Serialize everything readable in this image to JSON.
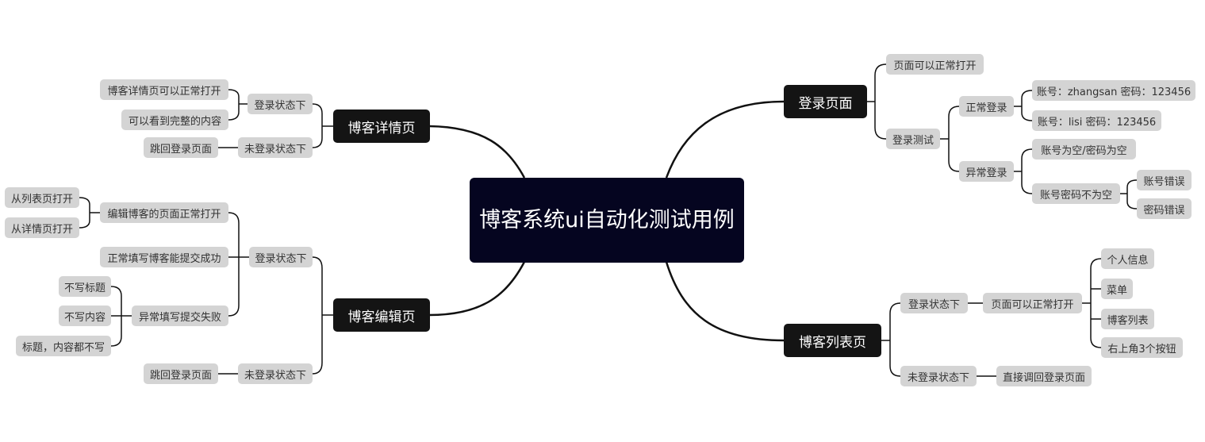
{
  "root": {
    "label": "博客系统ui自动化测试用例"
  },
  "branches": {
    "login": {
      "label": "登录页面",
      "page_open": "页面可以正常打开",
      "login_test": "登录测试",
      "normal_login": "正常登录",
      "account_1": "账号：zhangsan 密码：123456",
      "account_2": "账号：lisi 密码：123456",
      "abnormal_login": "异常登录",
      "empty_fields": "账号为空/密码为空",
      "not_empty": "账号密码不为空",
      "wrong_account": "账号错误",
      "wrong_password": "密码错误"
    },
    "list": {
      "label": "博客列表页",
      "logged_in": "登录状态下",
      "page_open": "页面可以正常打开",
      "personal_info": "个人信息",
      "menu": "菜单",
      "blog_list": "博客列表",
      "top_right_buttons": "右上角3个按钮",
      "logged_out": "未登录状态下",
      "redirect_login": "直接调回登录页面"
    },
    "detail": {
      "label": "博客详情页",
      "logged_in": "登录状态下",
      "page_open": "博客详情页可以正常打开",
      "full_content": "可以看到完整的内容",
      "logged_out": "未登录状态下",
      "redirect_login": "跳回登录页面"
    },
    "edit": {
      "label": "博客编辑页",
      "logged_in": "登录状态下",
      "edit_page_open": "编辑博客的页面正常打开",
      "from_list": "从列表页打开",
      "from_detail": "从详情页打开",
      "submit_success": "正常填写博客能提交成功",
      "submit_fail": "异常填写提交失败",
      "no_title": "不写标题",
      "no_content": "不写内容",
      "no_both": "标题，内容都不写",
      "logged_out": "未登录状态下",
      "redirect_login": "跳回登录页面"
    }
  },
  "colors": {
    "root_bg": "#050520",
    "main_bg": "#141414",
    "sub_bg": "#d4d4d4",
    "line": "#111111"
  }
}
